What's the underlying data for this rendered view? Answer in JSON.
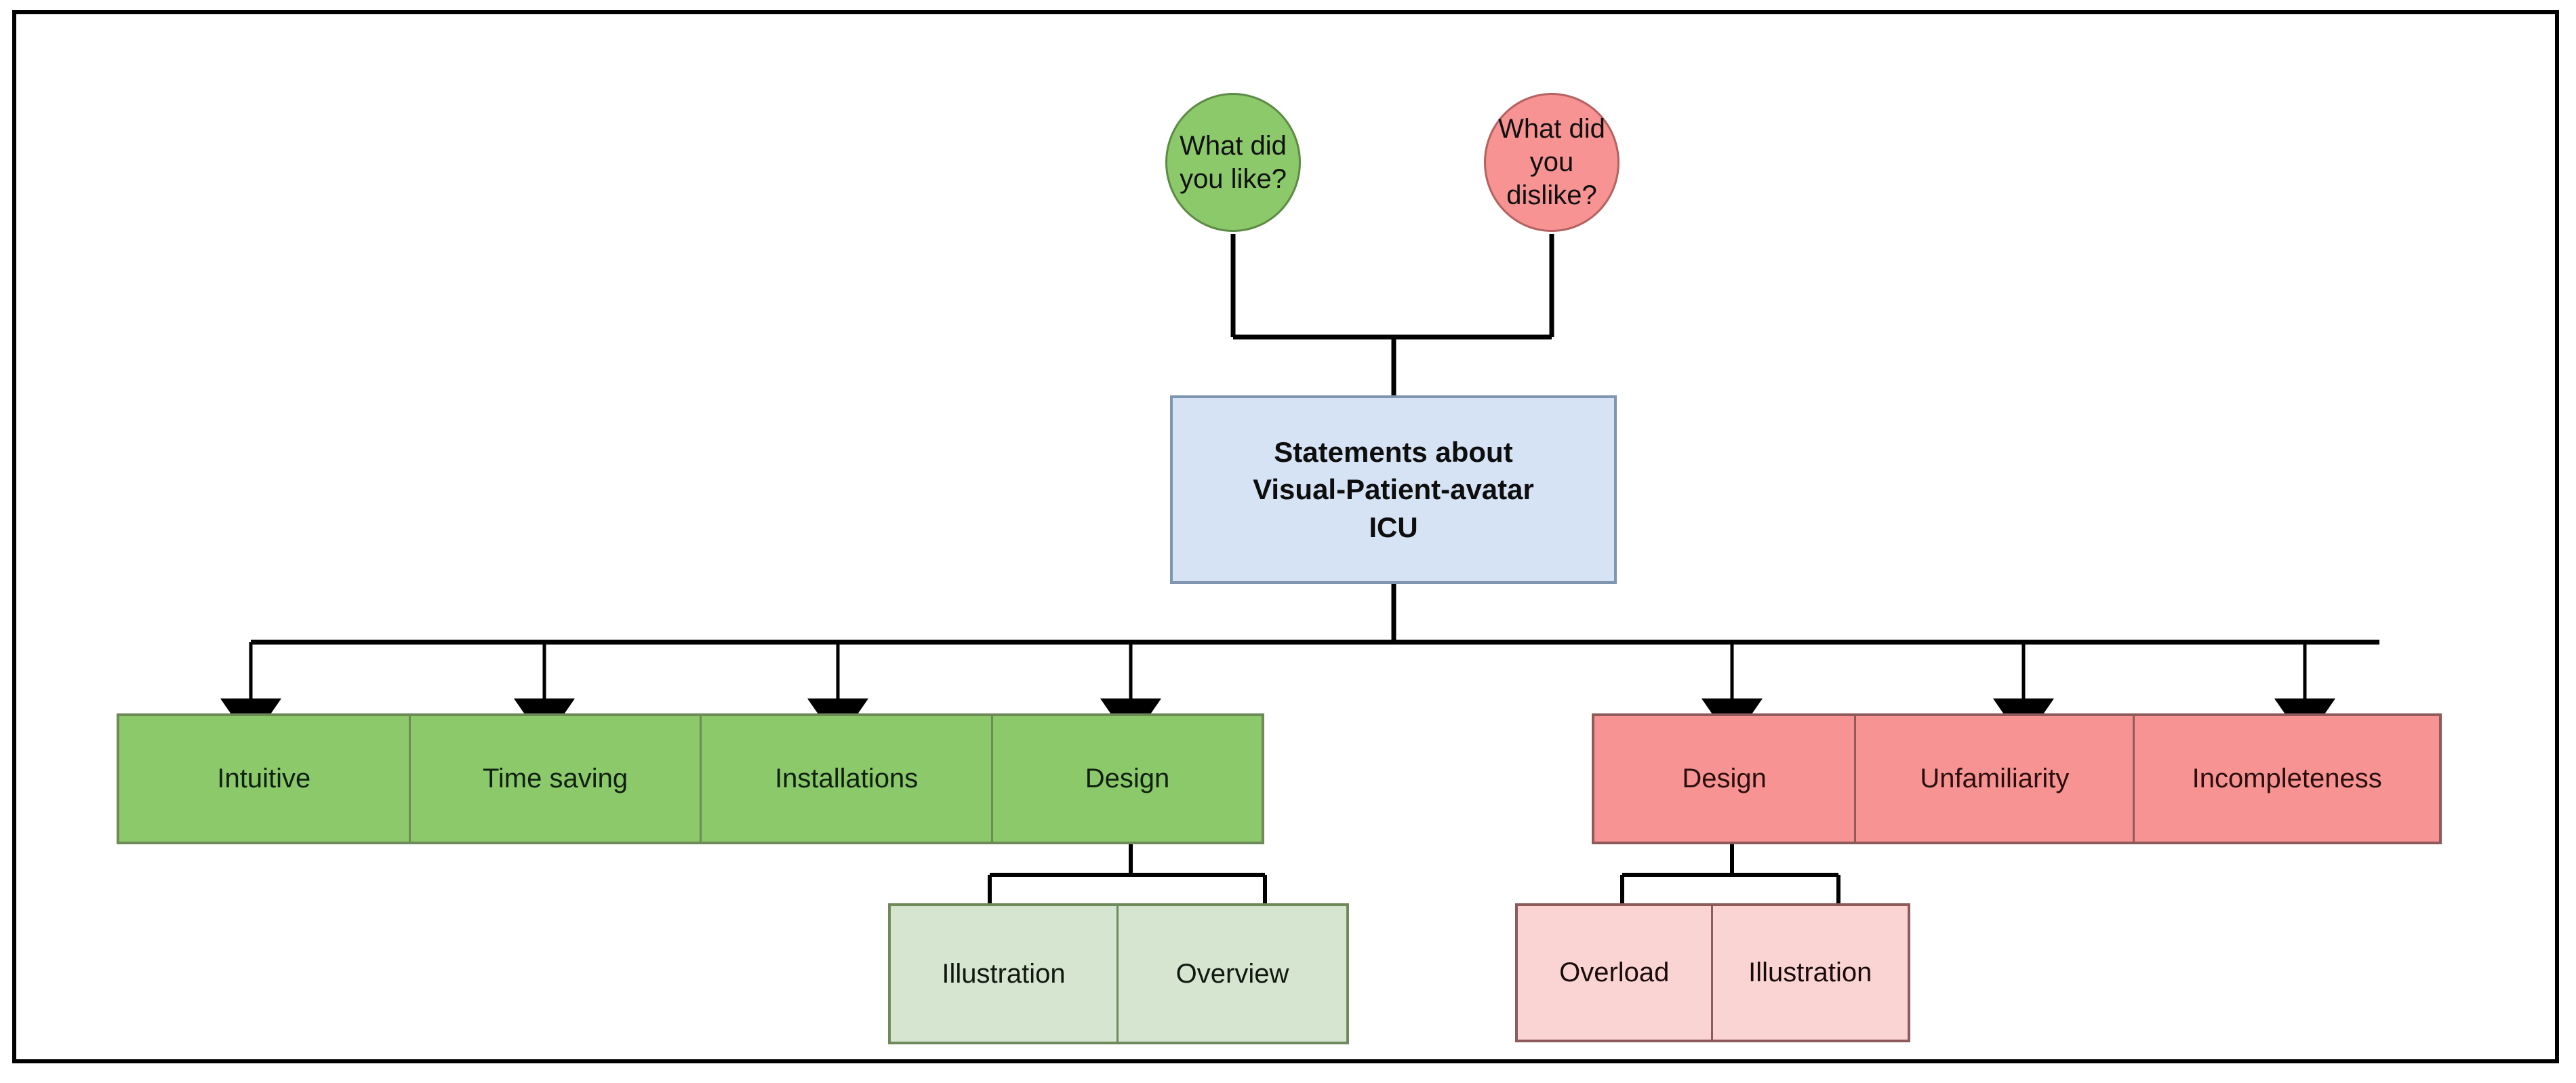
{
  "diagram": {
    "title": "Statements about Visual-Patient-avatar ICU",
    "colors": {
      "green_fill": "#8CC96A",
      "green_border": "#6d8a58",
      "green_light_fill": "#D6E5D0",
      "red_fill": "#F79392",
      "red_border": "#8f5b5a",
      "red_light_fill": "#FAD4D3",
      "blue_fill": "#D6E3F5",
      "blue_border": "#8096b0",
      "connector": "#000000",
      "frame_border": "#000000"
    },
    "questions": [
      {
        "id": "like",
        "label": "What did you like?",
        "tone": "positive"
      },
      {
        "id": "dislike",
        "label": "What did you dislike?",
        "tone": "negative"
      }
    ],
    "center": {
      "line1": "Statements about",
      "line2": "Visual-Patient-avatar",
      "line3": "ICU"
    },
    "positive_categories": [
      {
        "label": "Intuitive"
      },
      {
        "label": "Time saving"
      },
      {
        "label": "Installations"
      },
      {
        "label": "Design"
      }
    ],
    "positive_subcategories": [
      {
        "label": "Illustration"
      },
      {
        "label": "Overview"
      }
    ],
    "negative_categories": [
      {
        "label": "Design"
      },
      {
        "label": "Unfamiliarity"
      },
      {
        "label": "Incompleteness"
      }
    ],
    "negative_subcategories": [
      {
        "label": "Overload"
      },
      {
        "label": "Illustration"
      }
    ]
  }
}
